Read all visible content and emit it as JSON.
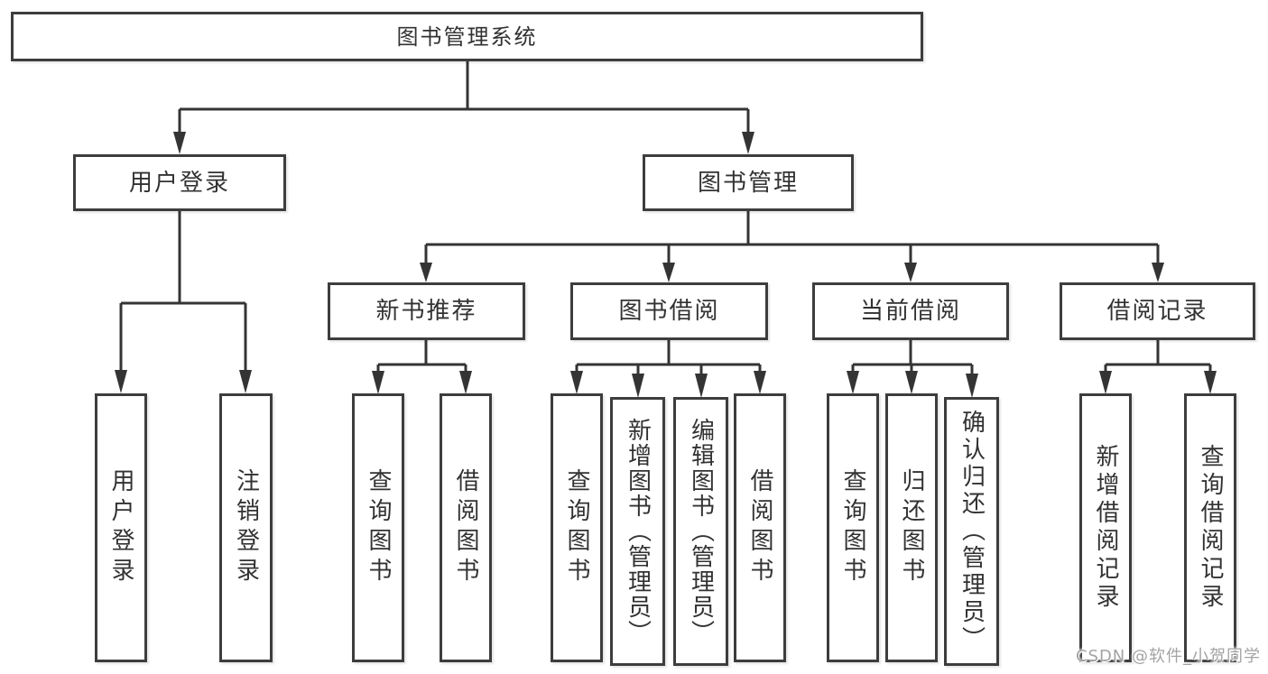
{
  "diagram": {
    "root": {
      "label": "图书管理系统",
      "children": [
        {
          "label": "用户登录",
          "children": [
            {
              "label": "用户登录"
            },
            {
              "label": "注销登录"
            }
          ]
        },
        {
          "label": "图书管理",
          "children": [
            {
              "label": "新书推荐",
              "children": [
                {
                  "label": "查询图书"
                },
                {
                  "label": "借阅图书"
                }
              ]
            },
            {
              "label": "图书借阅",
              "children": [
                {
                  "label": "查询图书"
                },
                {
                  "label": "新增图书（管理员）"
                },
                {
                  "label": "编辑图书（管理员）"
                },
                {
                  "label": "借阅图书"
                }
              ]
            },
            {
              "label": "当前借阅",
              "children": [
                {
                  "label": "查询图书"
                },
                {
                  "label": "归还图书"
                },
                {
                  "label": "确认归还（管理员）"
                }
              ]
            },
            {
              "label": "借阅记录",
              "children": [
                {
                  "label": "新增借阅记录"
                },
                {
                  "label": "查询借阅记录"
                }
              ]
            }
          ]
        }
      ]
    },
    "watermark": "CSDN @软件_小贺同学",
    "colors": {
      "line": "#343434",
      "box_border": "#3d3d3d",
      "text": "#323232",
      "watermark": "#a3a3a3",
      "background": "#ffffff"
    }
  }
}
